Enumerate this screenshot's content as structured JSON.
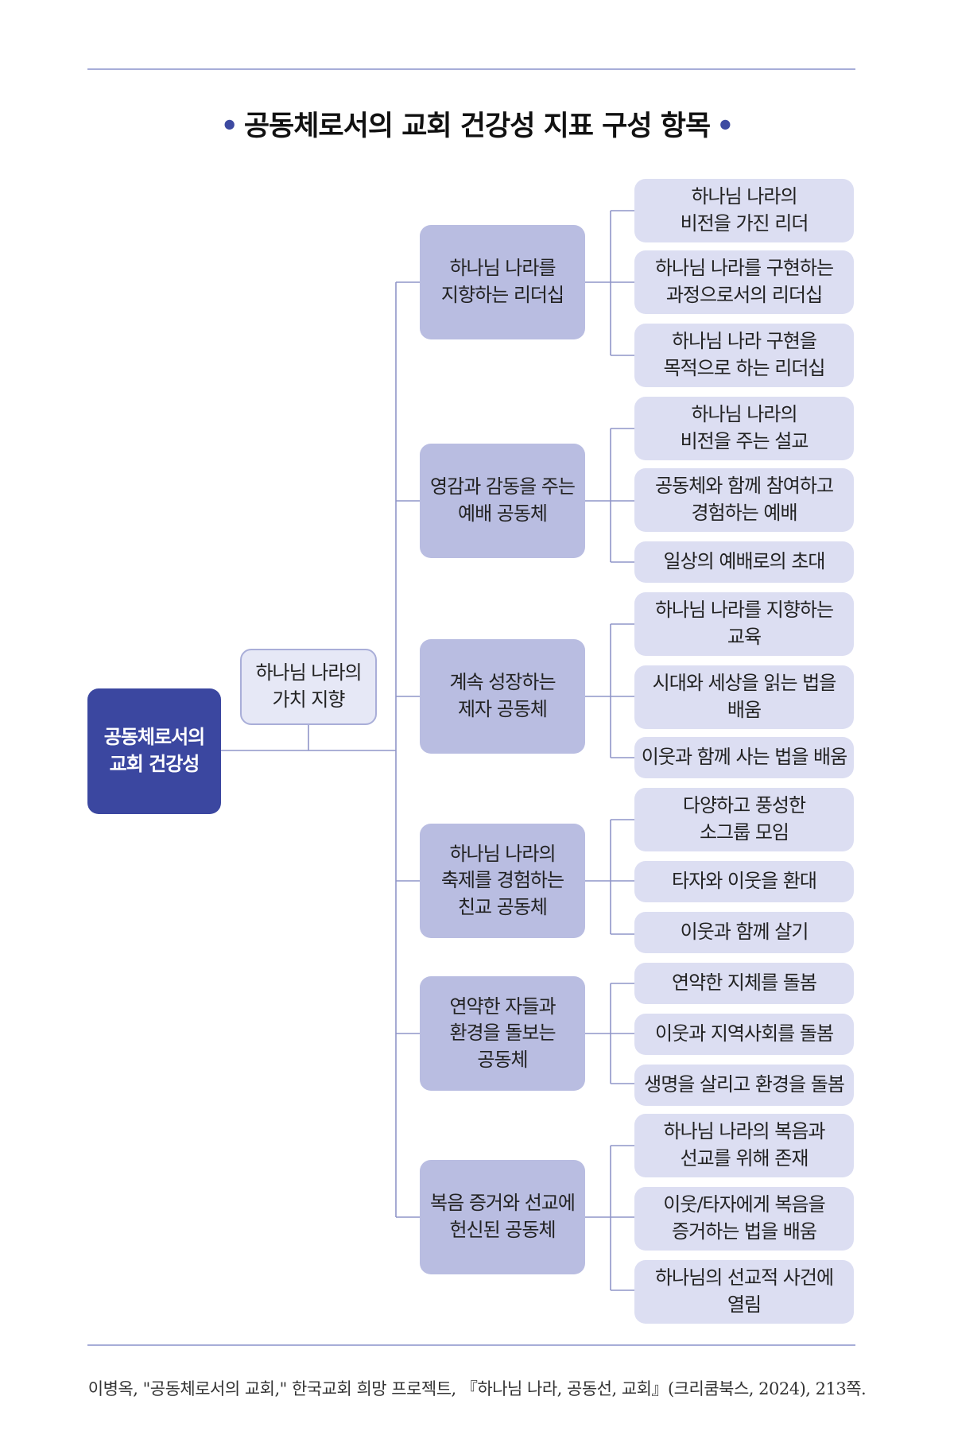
{
  "title": "공동체로서의 교회 건강성 지표 구성 항목",
  "root": "공동체로서의\n교회 건강성",
  "value_node": "하나님 나라의\n가치 지향",
  "categories": [
    {
      "label": "하나님 나라를\n지향하는 리더십",
      "items": [
        "하나님 나라의\n비전을 가진 리더",
        "하나님 나라를 구현하는\n과정으로서의 리더십",
        "하나님 나라 구현을\n목적으로 하는 리더십"
      ]
    },
    {
      "label": "영감과 감동을 주는\n예배 공동체",
      "items": [
        "하나님 나라의\n비전을 주는 설교",
        "공동체와 함께 참여하고\n경험하는 예배",
        "일상의 예배로의 초대"
      ]
    },
    {
      "label": "계속 성장하는\n제자 공동체",
      "items": [
        "하나님 나라를 지향하는\n교육",
        "시대와 세상을 읽는 법을\n배움",
        "이웃과 함께 사는 법을 배움"
      ]
    },
    {
      "label": "하나님 나라의\n축제를 경험하는\n친교 공동체",
      "items": [
        "다양하고 풍성한\n소그룹 모임",
        "타자와 이웃을 환대",
        "이웃과 함께 살기"
      ]
    },
    {
      "label": "연약한 자들과\n환경을 돌보는\n공동체",
      "items": [
        "연약한 지체를 돌봄",
        "이웃과 지역사회를 돌봄",
        "생명을 살리고 환경을 돌봄"
      ]
    },
    {
      "label": "복음 증거와 선교에\n헌신된 공동체",
      "items": [
        "하나님 나라의 복음과\n선교를 위해 존재",
        "이웃/타자에게 복음을\n증거하는 법을 배움",
        "하나님의 선교적 사건에\n열림"
      ]
    }
  ],
  "caption": "이병옥, \"공동체로서의 교회,\" 한국교회 희망 프로젝트, 『하나님 나라, 공동선, 교회』(크리쿰북스, 2024), 213쪽.",
  "colors": {
    "accent": "#3b47a0",
    "category_fill": "#b9bde1",
    "leaf_fill": "#dcdef2",
    "line": "#8f95c8"
  }
}
